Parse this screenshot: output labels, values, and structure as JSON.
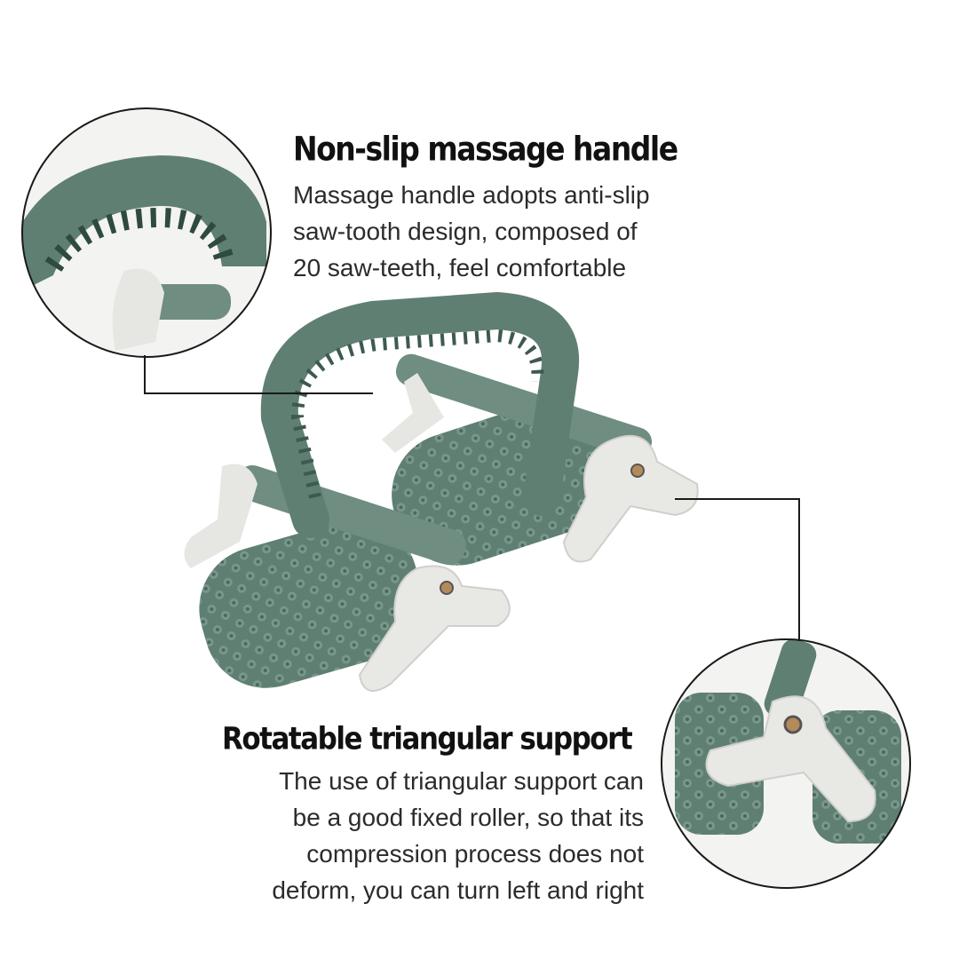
{
  "features": [
    {
      "title": "Non-slip massage handle",
      "lines": [
        "Massage handle adopts anti-slip",
        "saw-tooth design, composed of",
        "20 saw-teeth, feel comfortable"
      ]
    },
    {
      "title": "Rotatable triangular support",
      "lines": [
        "The use of triangular support can",
        "be a good fixed roller, so that its",
        "compression process does not",
        "deform, you can turn left and right"
      ]
    }
  ],
  "colors": {
    "product_green": "#5f7f73",
    "support_white": "#e6e6e3",
    "text": "#2b2b2b"
  }
}
